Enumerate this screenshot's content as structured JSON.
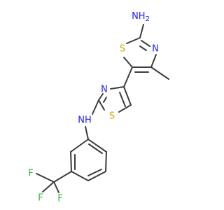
{
  "atoms": {
    "nh2": "NH",
    "nh2_sub": "2",
    "n_thiazole_a": "N",
    "s_thiazole_a": "S",
    "n_thiazole_b": "N",
    "s_thiazole_b": "S",
    "nh_link": "NH",
    "f1": "F",
    "f2": "F",
    "f3": "F"
  },
  "colors": {
    "bond": "#3c3c3c",
    "nitrogen": "#2020ff",
    "sulfur": "#c8a800",
    "fluorine": "#33bb33"
  }
}
